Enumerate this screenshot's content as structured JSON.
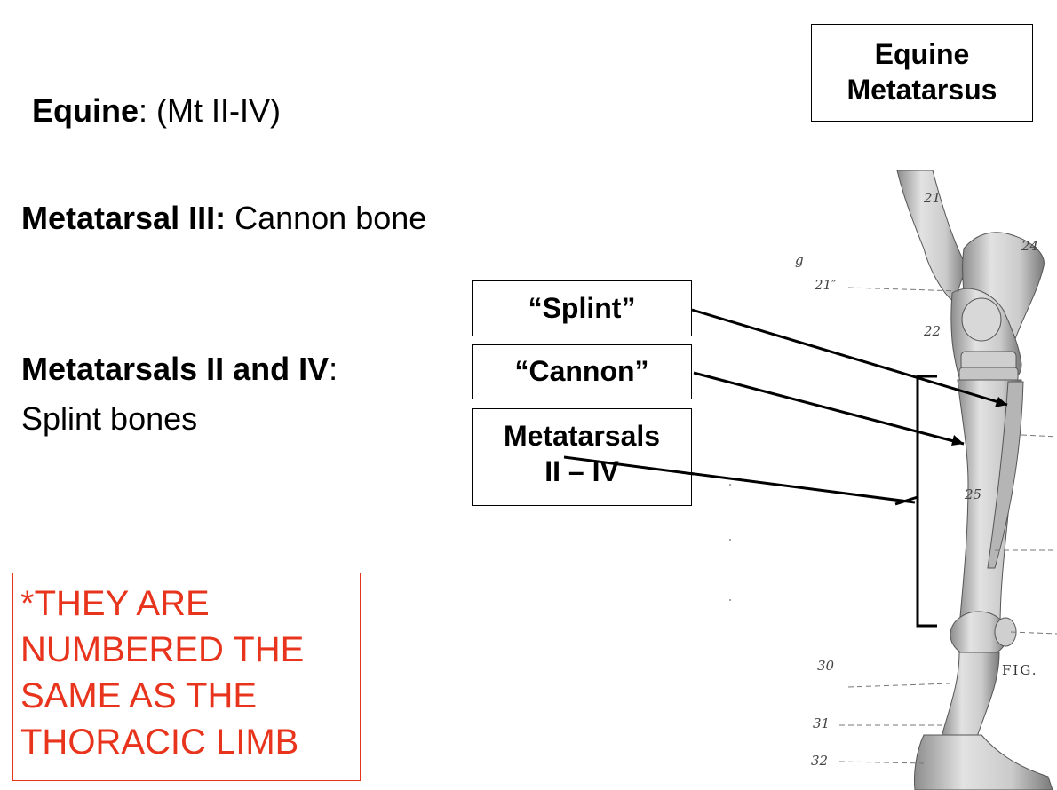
{
  "heading": {
    "bold": "Equine",
    "rest": ": (Mt II-IV)"
  },
  "mt3": {
    "bold": "Metatarsal III:",
    "rest": " Cannon bone"
  },
  "mt24": {
    "bold": "Metatarsals II and IV",
    "rest": ": Splint bones"
  },
  "note": "*THEY ARE NUMBERED THE SAME AS THE THORACIC LIMB",
  "title": "Equine\nMetatarsus",
  "labels": {
    "splint": "“Splint”",
    "cannon": "“Cannon”",
    "metatarsals": "Metatarsals\nII – IV"
  },
  "figure": {
    "letter": "g",
    "n21": "21",
    "n21b": "21″",
    "n24": "24",
    "n22": "22",
    "n25": "25",
    "n30": "30",
    "n31": "31",
    "n32": "32",
    "fig": "FIG."
  },
  "colors": {
    "note": "#e8341c",
    "bone": "#cfcfcf"
  }
}
